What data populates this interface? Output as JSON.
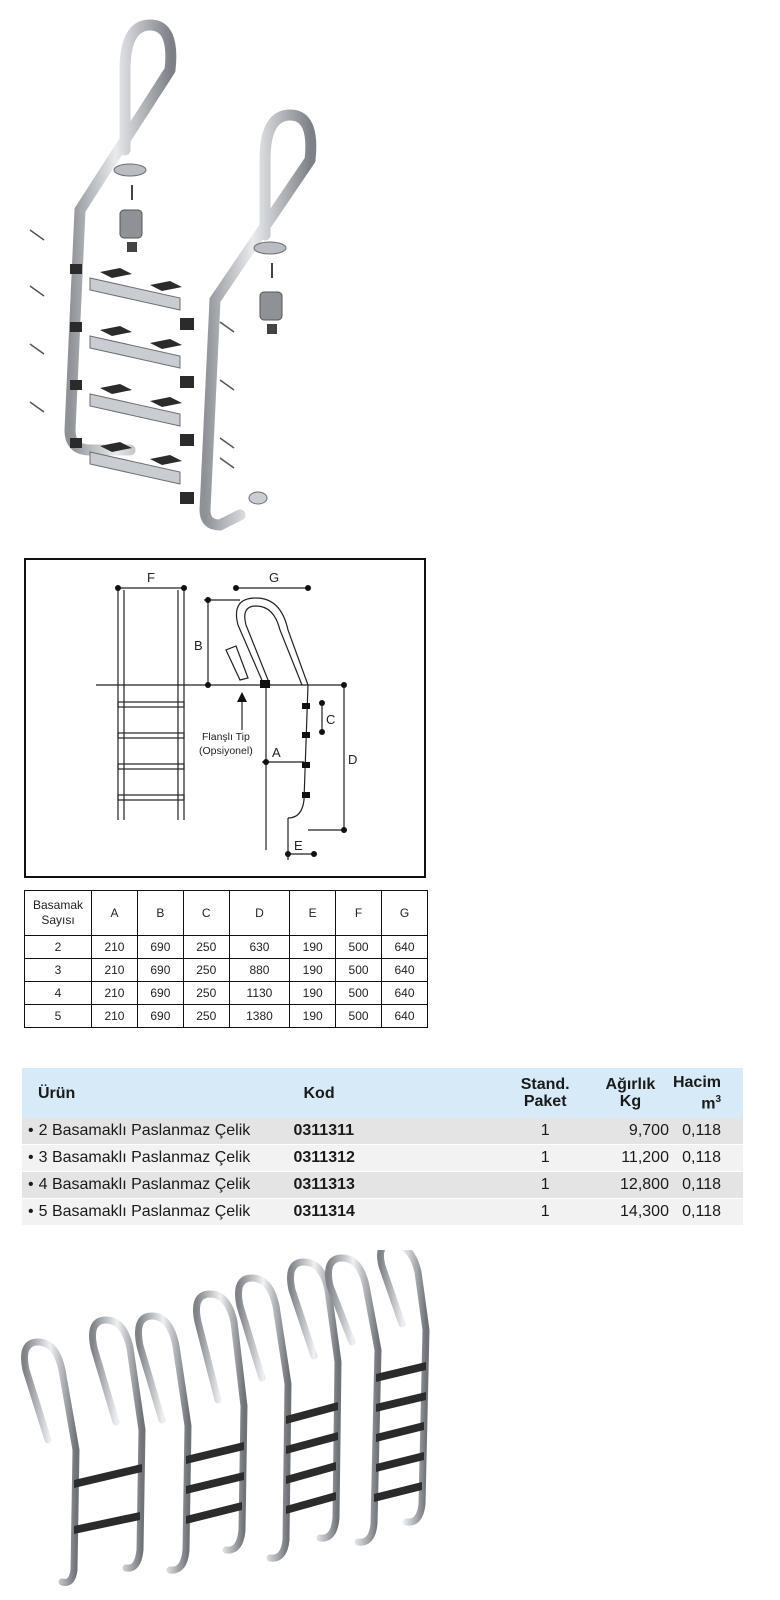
{
  "drawing": {
    "labels": {
      "f": "F",
      "g": "G",
      "b": "B",
      "c": "C",
      "d": "D",
      "a": "A",
      "e": "E"
    },
    "note_line1": "Flanşlı Tip",
    "note_line2": "(Opsiyonel)"
  },
  "dimension_table": {
    "header_first_line1": "Basamak",
    "header_first_line2": "Sayısı",
    "columns": [
      "A",
      "B",
      "C",
      "D",
      "E",
      "F",
      "G"
    ],
    "rows": [
      {
        "steps": "2",
        "values": [
          "210",
          "690",
          "250",
          "630",
          "190",
          "500",
          "640"
        ]
      },
      {
        "steps": "3",
        "values": [
          "210",
          "690",
          "250",
          "880",
          "190",
          "500",
          "640"
        ]
      },
      {
        "steps": "4",
        "values": [
          "210",
          "690",
          "250",
          "1130",
          "190",
          "500",
          "640"
        ]
      },
      {
        "steps": "5",
        "values": [
          "210",
          "690",
          "250",
          "1380",
          "190",
          "500",
          "640"
        ]
      }
    ]
  },
  "product_table": {
    "headers": {
      "product": "Ürün",
      "code": "Kod",
      "package_line1": "Stand.",
      "package_line2": "Paket",
      "weight_line1": "Ağırlık",
      "weight_line2": "Kg",
      "volume_line1": "Hacim",
      "volume_unit": "m",
      "volume_sup": "3"
    },
    "bullet": "•",
    "rows": [
      {
        "name": "2 Basamaklı Paslanmaz Çelik",
        "code": "0311311",
        "package": "1",
        "weight": "9,700",
        "volume": "0,118"
      },
      {
        "name": "3 Basamaklı Paslanmaz Çelik",
        "code": "0311312",
        "package": "1",
        "weight": "11,200",
        "volume": "0,118"
      },
      {
        "name": "4 Basamaklı Paslanmaz Çelik",
        "code": "0311313",
        "package": "1",
        "weight": "12,800",
        "volume": "0,118"
      },
      {
        "name": "5 Basamaklı Paslanmaz Çelik",
        "code": "0311314",
        "package": "1",
        "weight": "14,300",
        "volume": "0,118"
      }
    ]
  },
  "colors": {
    "header_bg": "#d6eaf7",
    "row_dark": "#e4e4e4",
    "row_light": "#f2f2f2",
    "steel": "#b9bcc0",
    "tread": "#2b2b2b"
  }
}
